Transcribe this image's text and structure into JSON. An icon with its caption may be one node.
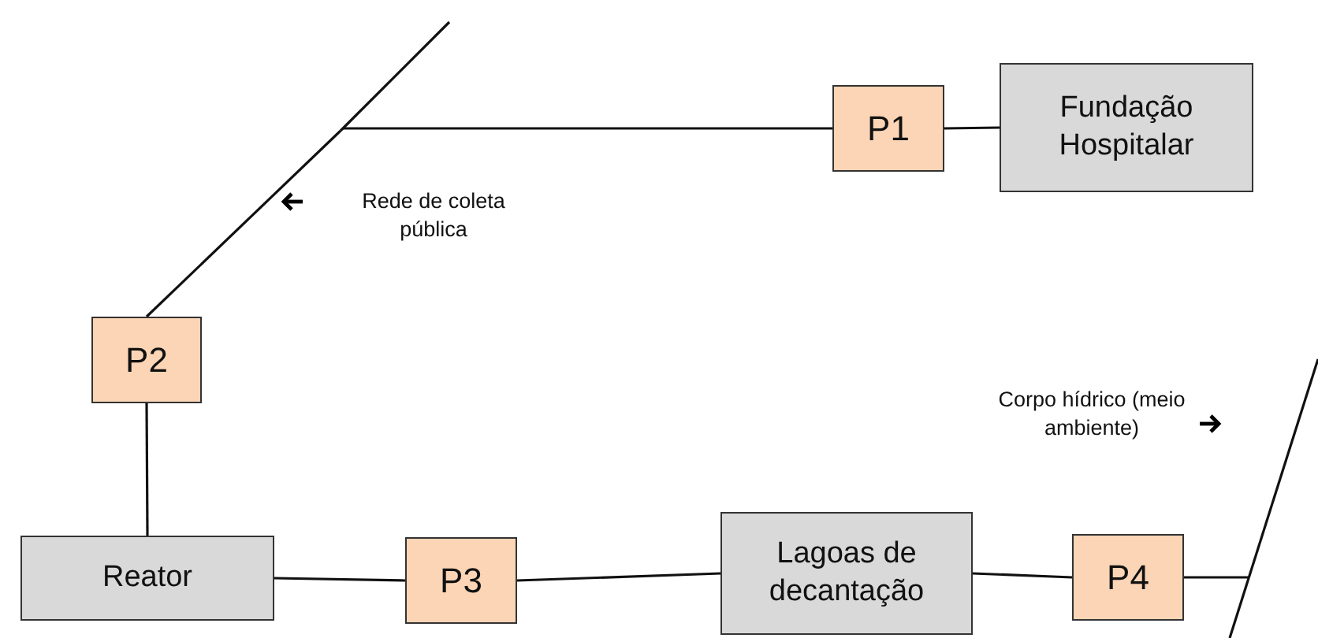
{
  "diagram": {
    "nodes": [
      {
        "text": [],
        "shape": "bar",
        "beside": [
          "Rede de coleta pública"
        ]
      },
      {
        "text": [
          "P1"
        ]
      },
      {
        "text": [
          "Fundação Hospitalar"
        ]
      },
      {
        "text": [
          "P2"
        ]
      },
      {
        "text": [],
        "shape": "bar",
        "beside": [
          "Corpo hídrico (meio ambiente)"
        ]
      },
      {
        "text": [
          "Reator"
        ]
      },
      {
        "text": [
          "P3"
        ]
      },
      {
        "text": [
          "Lagoas de decantação"
        ]
      },
      {
        "text": [
          "P4"
        ]
      }
    ],
    "edges": [
      {
        "from": 2,
        "to": 1,
        "arrow": "none"
      },
      {
        "from": 1,
        "to": 0,
        "arrow": "none"
      },
      {
        "from": 0,
        "to": 3,
        "arrow": "none"
      },
      {
        "from": 3,
        "to": 5,
        "arrow": "none"
      },
      {
        "from": 5,
        "to": 6,
        "arrow": "none"
      },
      {
        "from": 6,
        "to": 7,
        "arrow": "none"
      },
      {
        "from": 7,
        "to": 8,
        "arrow": "none"
      },
      {
        "from": 8,
        "to": 4,
        "arrow": "none"
      }
    ]
  }
}
